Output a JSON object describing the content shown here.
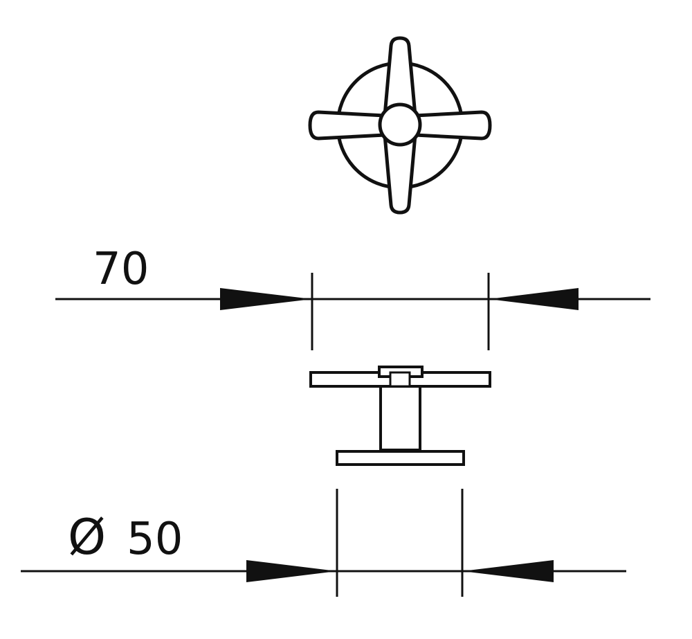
{
  "dimensions": {
    "width_label": "70",
    "diameter_symbol": "Ø",
    "diameter_value": "50"
  },
  "colors": {
    "line": "#111111",
    "background": "#ffffff"
  }
}
